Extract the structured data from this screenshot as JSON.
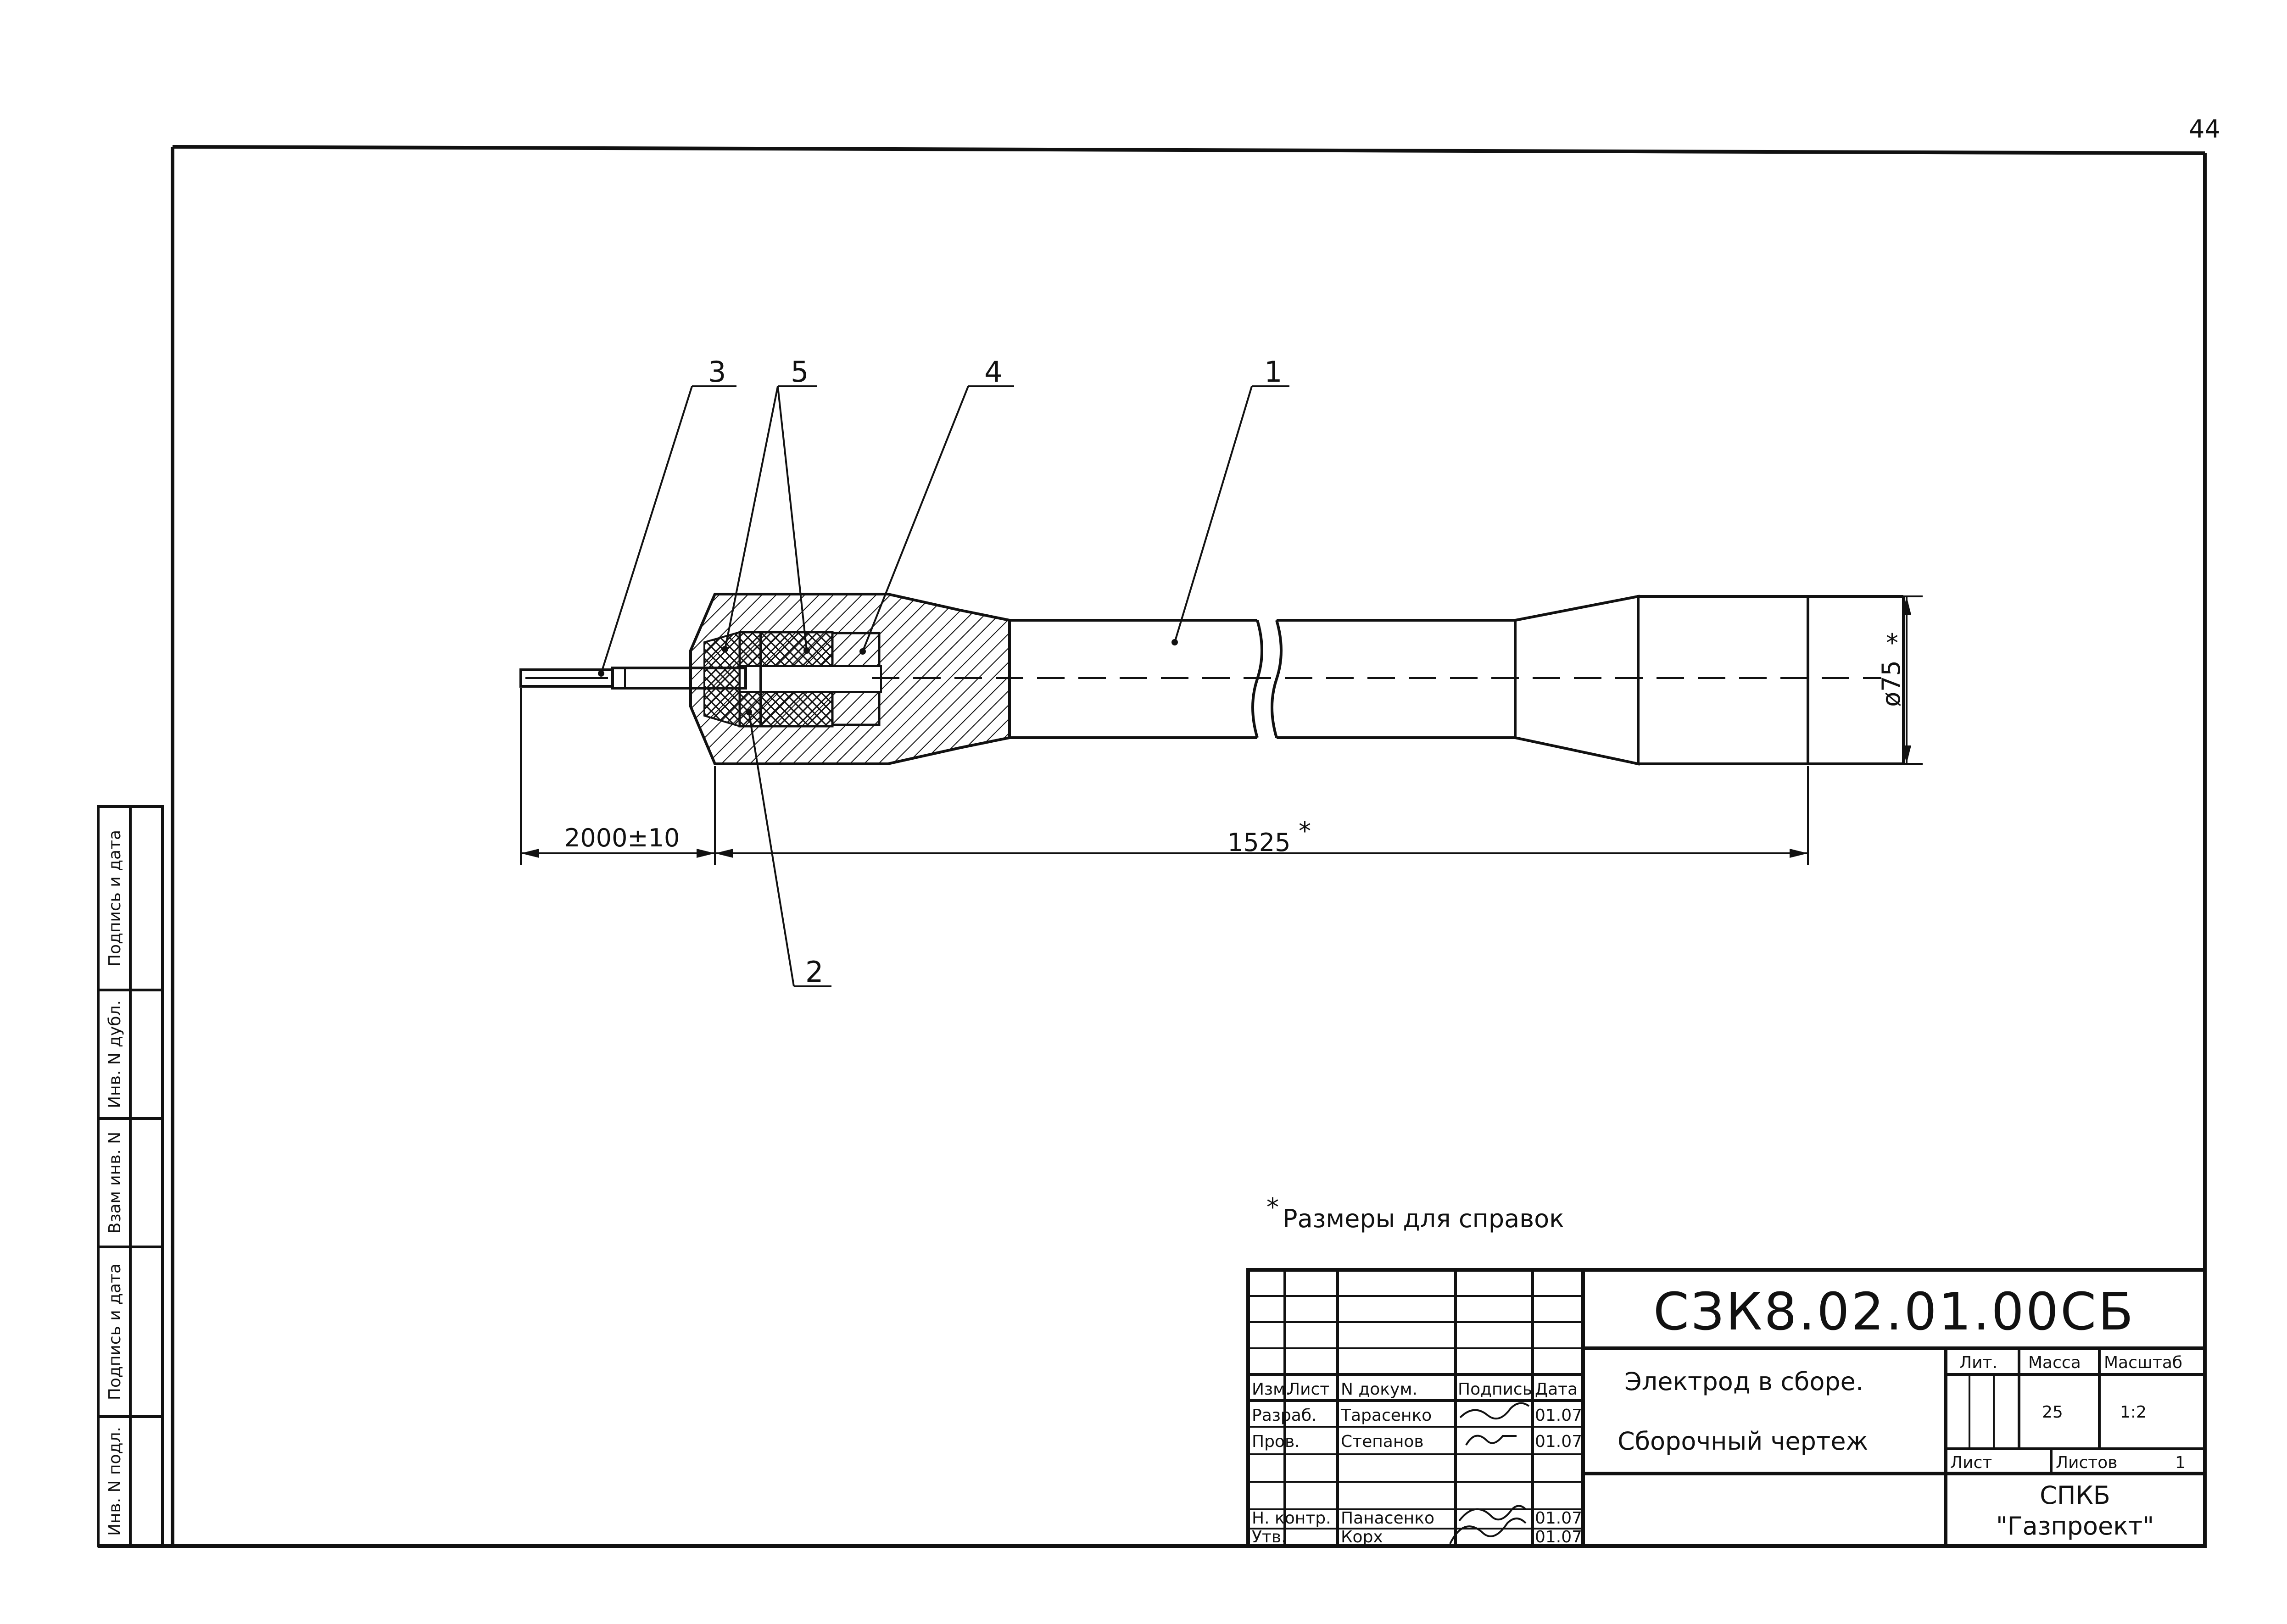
{
  "sheet": {
    "number": "44"
  },
  "note": {
    "text": "Размеры для справок",
    "mark": "*"
  },
  "dimensions": {
    "length": "1525",
    "length_mark": "*",
    "cable": "2000±10",
    "diameter": "ø75",
    "diameter_mark": "*"
  },
  "callouts": [
    "3",
    "5",
    "4",
    "1",
    "2"
  ],
  "side_stamp": [
    "Инв. N подл.",
    "Подпись и дата",
    "Взам инв. N",
    "Инв. N дубл.",
    "Подпись и дата"
  ],
  "title_block": {
    "designation": "СЗК8.02.01.00СБ",
    "name_line1": "Электрод в сборе.",
    "name_line2": "Сборочный чертеж",
    "col_headers": [
      "Изм.",
      "Лист",
      "N докум.",
      "Подпись",
      "Дата"
    ],
    "rows": [
      {
        "role": "Разраб.",
        "name": "Тарасенко",
        "date": "01.07"
      },
      {
        "role": "Пров.",
        "name": "Степанов",
        "date": "01.07"
      },
      {
        "role": "Н. контр.",
        "name": "Панасенко",
        "date": "01.07"
      },
      {
        "role": "Утв.",
        "name": "Корх",
        "date": "01.07"
      }
    ],
    "lit_label": "Лит.",
    "mass_label": "Масса",
    "scale_label": "Масштаб",
    "mass": "25",
    "scale": "1:2",
    "sheet_label": "Лист",
    "sheets_label": "Листов",
    "sheets": "1",
    "org_line1": "СПКБ",
    "org_line2": "\"Газпроект\""
  }
}
